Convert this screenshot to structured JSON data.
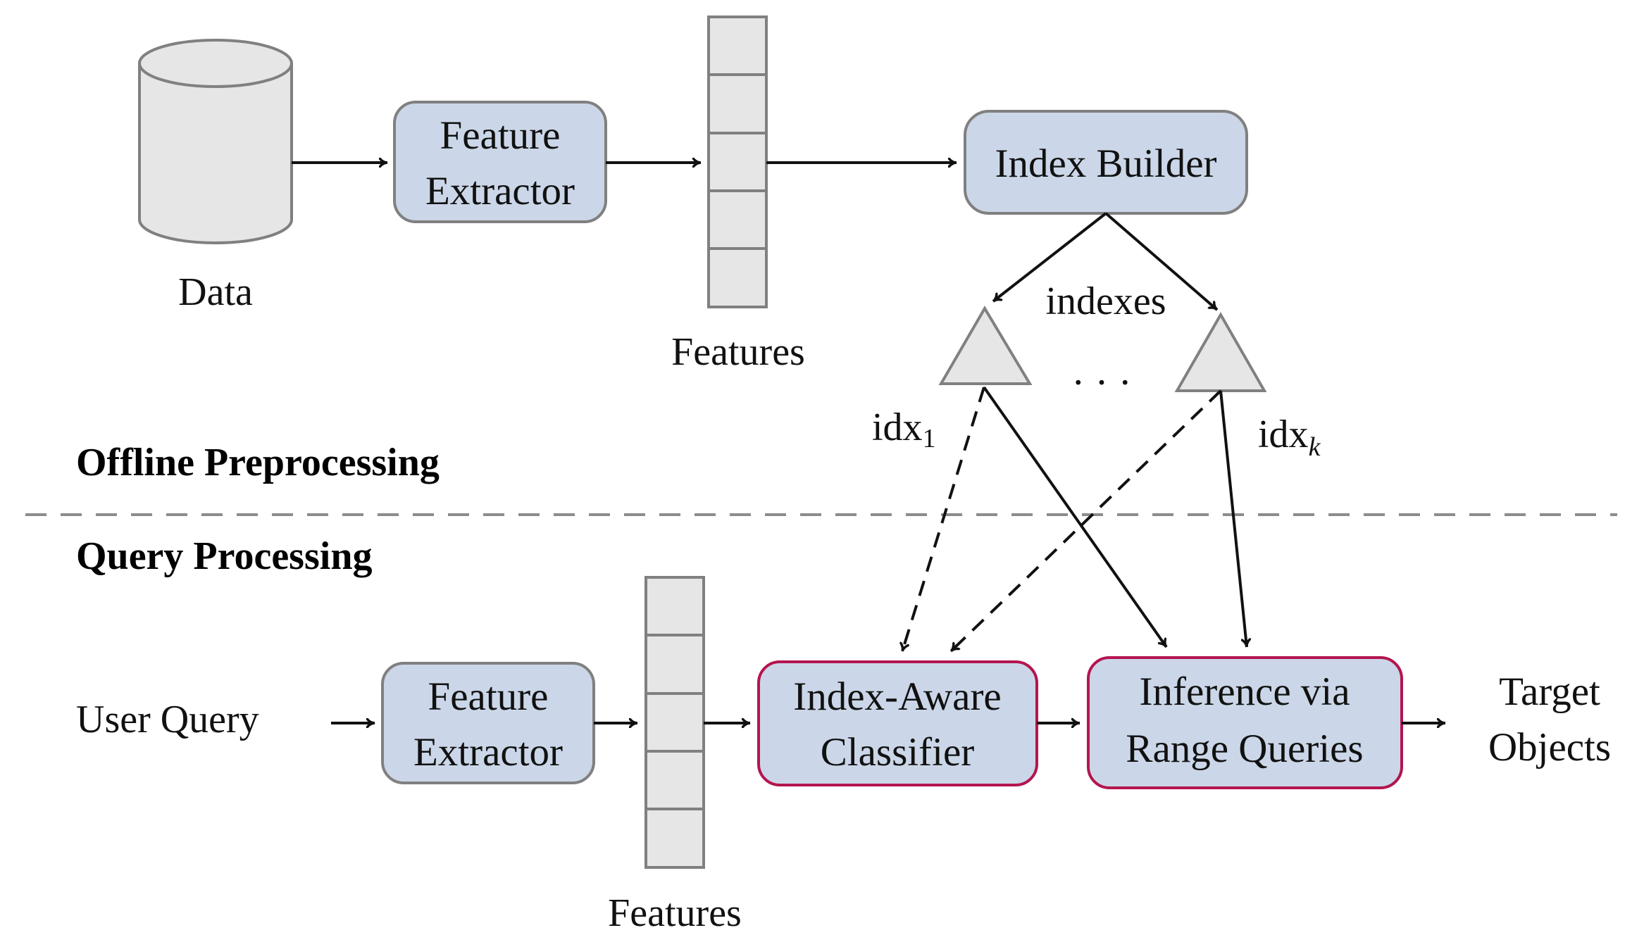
{
  "colors": {
    "node_fill": "#cbd7e8",
    "node_stroke": "#808080",
    "highlight_stroke": "#b4154f",
    "shape_fill": "#e6e6e6",
    "shape_stroke": "#808080",
    "divider": "#8c8c8c"
  },
  "offline": {
    "section_label": "Offline Preprocessing",
    "data_label": "Data",
    "feature_extractor": {
      "line1": "Feature",
      "line2": "Extractor"
    },
    "features_label": "Features",
    "index_builder": "Index Builder",
    "indexes_label": "indexes",
    "ellipsis": "· · ·",
    "idx1": {
      "base": "idx",
      "sub": "1"
    },
    "idxk": {
      "base": "idx",
      "sub": "k"
    }
  },
  "query": {
    "section_label": "Query Processing",
    "user_query": "User Query",
    "feature_extractor": {
      "line1": "Feature",
      "line2": "Extractor"
    },
    "features_label": "Features",
    "classifier": {
      "line1": "Index-Aware",
      "line2": "Classifier"
    },
    "inference": {
      "line1": "Inference via",
      "line2": "Range Queries"
    },
    "target": {
      "line1": "Target",
      "line2": "Objects"
    }
  }
}
